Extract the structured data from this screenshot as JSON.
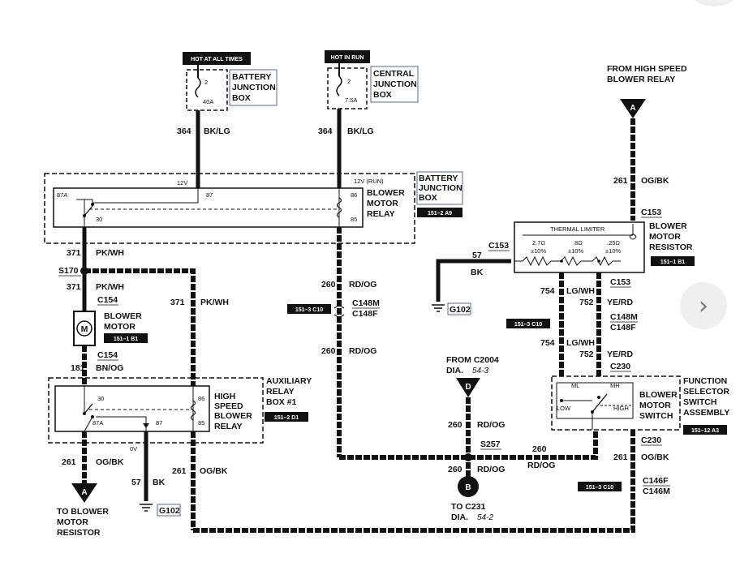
{
  "supply": {
    "left_label": "HOT AT ALL TIMES",
    "right_label": "HOT IN RUN",
    "left_fuse": {
      "num": "2",
      "rating": "40A"
    },
    "right_fuse": {
      "num": "2",
      "rating": "7.5A"
    },
    "left_box": [
      "BATTERY",
      "JUNCTION",
      "BOX"
    ],
    "right_box": [
      "CENTRAL",
      "JUNCTION",
      "BOX"
    ]
  },
  "wires": {
    "w364_num": "364",
    "w364_color": "BK/LG",
    "w371_num": "371",
    "w371_color": "PK/WH",
    "w260_num": "260",
    "w260_color": "RD/OG",
    "w261_num": "261",
    "w261_color": "OG/BK",
    "w181_num": "181",
    "w181_color": "BN/OG",
    "w57_num": "57",
    "w57_color": "BK",
    "w754_num": "754",
    "w754_color": "LG/WH",
    "w752_num": "752",
    "w752_color": "YE/RD"
  },
  "relay_box": {
    "pin_12v": "12V",
    "pin_12v_run": "12V (RUN)",
    "p87a": "87A",
    "p87": "87",
    "p86": "86",
    "p85": "85",
    "p30": "30",
    "title": [
      "BATTERY",
      "JUNCTION",
      "BOX"
    ],
    "relay_title": [
      "BLOWER",
      "MOTOR",
      "RELAY"
    ],
    "ref": "151–2 A9"
  },
  "aux": {
    "title": [
      "AUXILIARY",
      "RELAY",
      "BOX #1"
    ],
    "relay_title": [
      "HIGH",
      "SPEED",
      "BLOWER",
      "RELAY"
    ],
    "ref": "151–2 D1",
    "p30": "30",
    "p86": "86",
    "p87a": "87A",
    "p87": "87",
    "p85": "85",
    "zero_v": "0V"
  },
  "motor": {
    "title": [
      "BLOWER",
      "MOTOR"
    ],
    "symbol": "M",
    "ref": "151–1 B1",
    "conn_top": "C154",
    "conn_bottom": "C154"
  },
  "splices": {
    "s170": "S170",
    "s257": "S257"
  },
  "connectors": {
    "c148m": "C148M",
    "c148f": "C148F",
    "c153a": "C153",
    "c153b": "C153",
    "c153c": "C153",
    "c230a": "C230",
    "c230b": "C230",
    "c146f": "C146F",
    "c146m": "C146M",
    "ref_c10": "151–3 C10"
  },
  "grounds": {
    "g102": "G102"
  },
  "resistor": {
    "title": [
      "BLOWER",
      "MOTOR",
      "RESISTOR"
    ],
    "limiter": "THERMAL LIMITER",
    "r1": "2.7Ω",
    "r2": ".8Ω",
    "r3": ".25Ω",
    "tol": "±10%",
    "ref": "151–1 B1"
  },
  "switch": {
    "title": [
      "FUNCTION",
      "SELECTOR",
      "SWITCH",
      "ASSEMBLY"
    ],
    "inner": [
      "BLOWER",
      "MOTOR",
      "SWITCH"
    ],
    "ml": "ML",
    "mh": "MH",
    "low": "LOW",
    "high": "HIGH",
    "ref": "151–12 A3"
  },
  "refs": {
    "high_relay": [
      "FROM HIGH SPEED",
      "BLOWER RELAY"
    ],
    "from_c2004": [
      "FROM C2004",
      "DIA."
    ],
    "from_c2004_page": "54-3",
    "to_c231": [
      "TO C231",
      "DIA."
    ],
    "to_c231_page": "54-2",
    "to_resistor": [
      "TO BLOWER",
      "MOTOR",
      "RESISTOR"
    ],
    "A": "A",
    "B": "B",
    "D": "D"
  },
  "nav": {
    "next_icon": "›"
  }
}
